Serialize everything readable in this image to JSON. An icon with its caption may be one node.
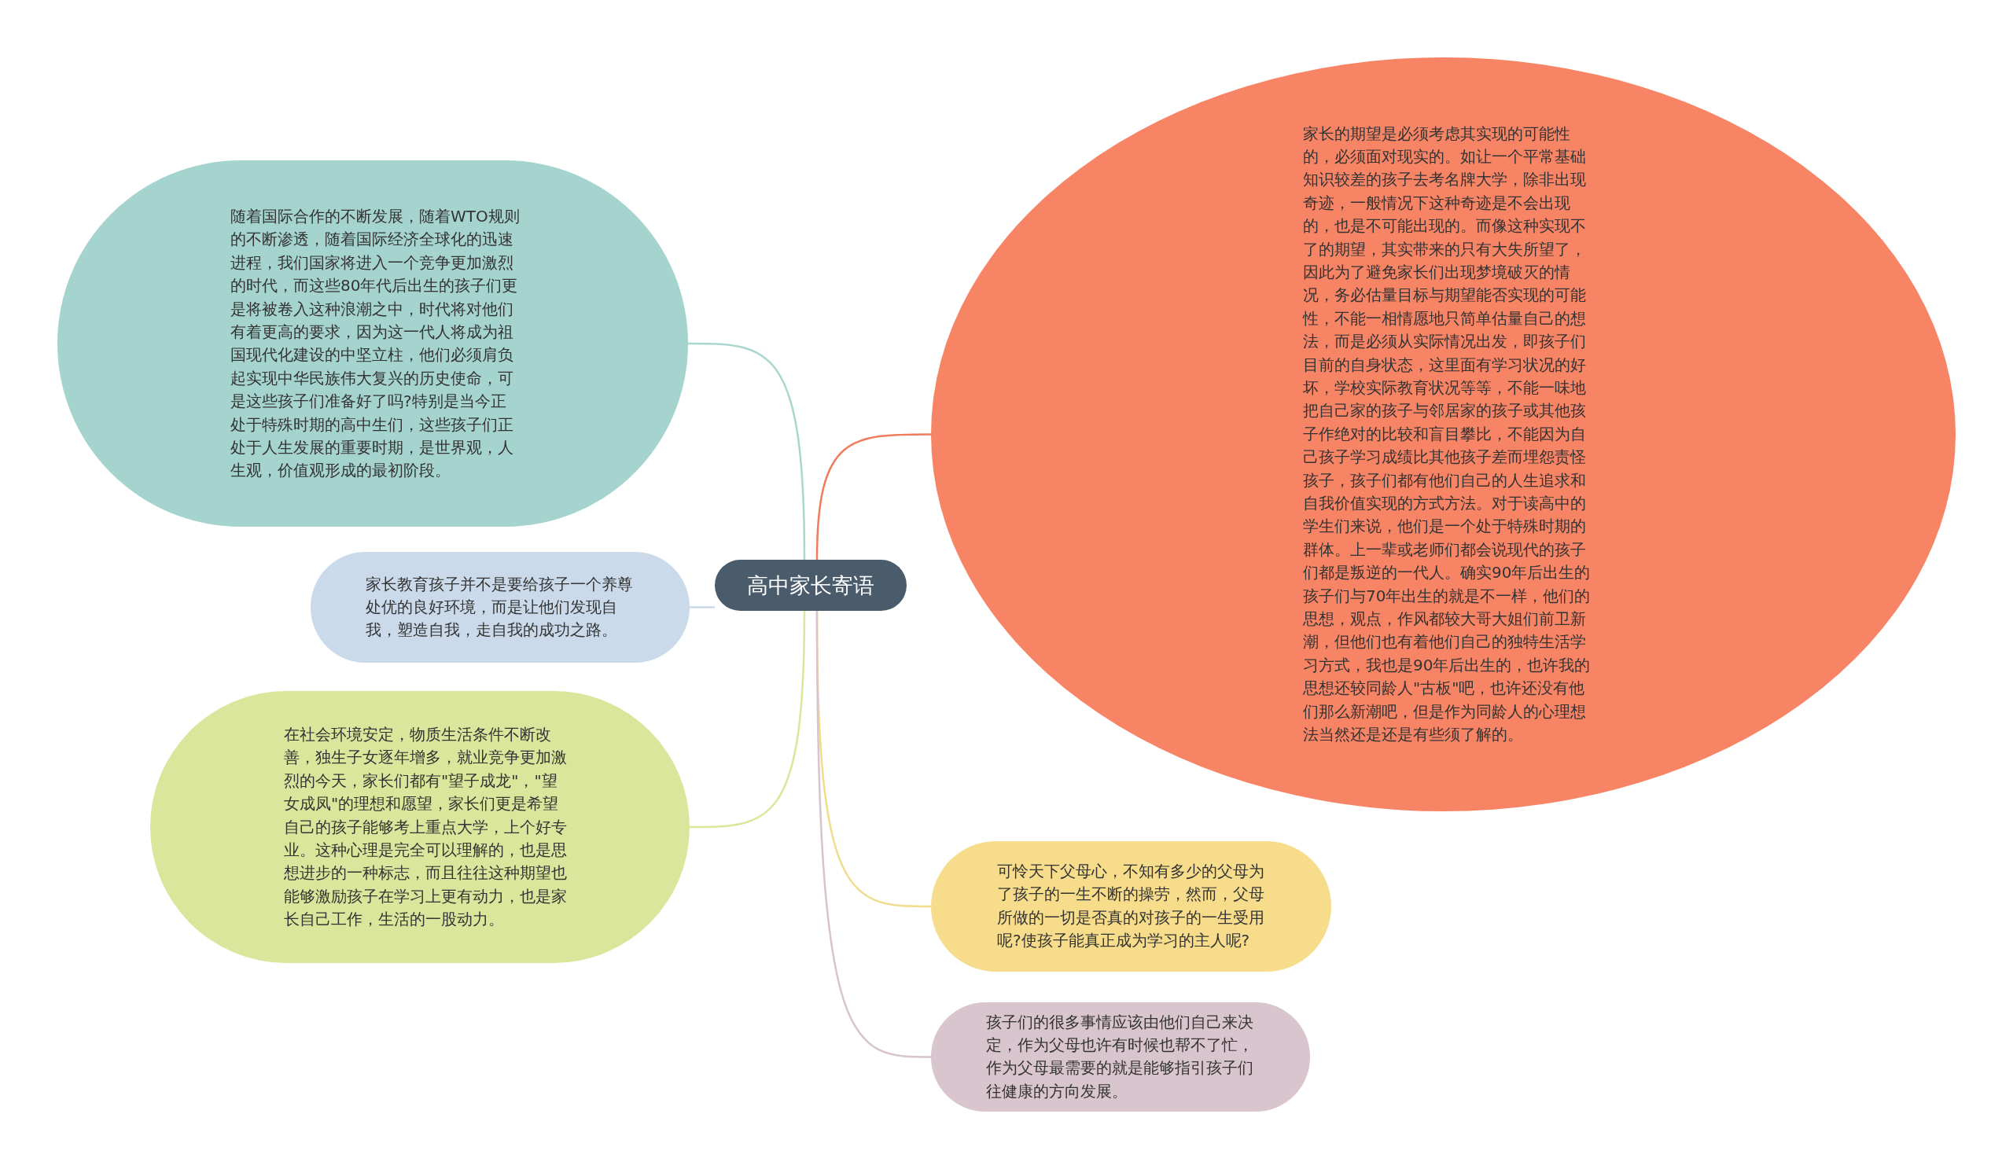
{
  "diagram": {
    "nodes": [
      {
        "text": [
          "高中家长寄语"
        ]
      },
      {
        "text": [
          "随着国际合作的不断发展，随着WTO规则的不断渗透，随着国际经济全球化的迅速进程，我们国家将进入一个竞争更加激烈的时代，而这些80年代后出生的孩子们更是将被卷入这种浪潮之中，时代将对他们有着更高的要求，因为这一代人将成为祖国现代化建设的中坚立柱，他们必须肩负起实现中华民族伟大复兴的历史使命，可是这些孩子们准备好了吗?特别是当今正处于特殊时期的高中生们，这些孩子们正处于人生发展的重要时期，是世界观，人生观，价值观形成的最初阶段。"
        ]
      },
      {
        "text": [
          "家长教育孩子并不是要给孩子一个养尊处优的良好环境，而是让他们发现自我，塑造自我，走自我的成功之路。"
        ]
      },
      {
        "text": [
          "在社会环境安定，物质生活条件不断改善，独生子女逐年增多，就业竞争更加激烈的今天，家长们都有\"望子成龙\"，\"望女成凤\"的理想和愿望，家长们更是希望自己的孩子能够考上重点大学，上个好专业。这种心理是完全可以理解的，也是思想进步的一种标志，而且往往这种期望也能够激励孩子在学习上更有动力，也是家长自己工作，生活的一股动力。"
        ]
      },
      {
        "text": [
          "家长的期望是必须考虑其实现的可能性的，必须面对现实的。如让一个平常基础知识较差的孩子去考名牌大学，除非出现奇迹，一般情况下这种奇迹是不会出现的，也是不可能出现的。而像这种实现不了的期望，其实带来的只有大失所望了，因此为了避免家长们出现梦境破灭的情况，务必估量目标与期望能否实现的可能性，不能一相情愿地只简单估量自己的想法，而是必须从实际情况出发，即孩子们目前的自身状态，这里面有学习状况的好坏，学校实际教育状况等等，不能一味地把自己家的孩子与邻居家的孩子或其他孩子作绝对的比较和盲目攀比，不能因为自己孩子学习成绩比其他孩子差而埋怨责怪孩子，孩子们都有他们自己的人生追求和自我价值实现的方式方法。对于读高中的学生们来说，他们是一个处于特殊时期的群体。上一辈或老师们都会说现代的孩子们都是叛逆的一代人。确实90年后出生的孩子们与70年出生的就是不一样，他们的思想，观点，作风都较大哥大姐们前卫新潮，但他们也有着他们自己的独特生活学习方式，我也是90年后出生的，也许我的思想还较同龄人\"古板\"吧，也许还没有他们那么新潮吧，但是作为同龄人的心理想法当然还是还是有些须了解的。"
        ]
      },
      {
        "text": [
          "可怜天下父母心，不知有多少的父母为了孩子的一生不断的操劳，然而，父母所做的一切是否真的对孩子的一生受用呢?使孩子能真正成为学习的主人呢?"
        ]
      },
      {
        "text": [
          "孩子们的很多事情应该由他们自己来决定，作为父母也许有时候也帮不了忙，作为父母最需要的就是能够指引孩子们往健康的方向发展。"
        ]
      }
    ],
    "edges": [
      {
        "from": 0,
        "to": 1,
        "arrow": "none",
        "color": "#a9d6cf"
      },
      {
        "from": 0,
        "to": 2,
        "arrow": "none",
        "color": "#c9d9e8"
      },
      {
        "from": 0,
        "to": 3,
        "arrow": "none",
        "color": "#d9e79a"
      },
      {
        "from": 0,
        "to": 4,
        "arrow": "none",
        "color": "#f07c5c"
      },
      {
        "from": 0,
        "to": 5,
        "arrow": "none",
        "color": "#f1dc8c"
      },
      {
        "from": 0,
        "to": 6,
        "arrow": "none",
        "color": "#d8c4cc"
      }
    ]
  }
}
